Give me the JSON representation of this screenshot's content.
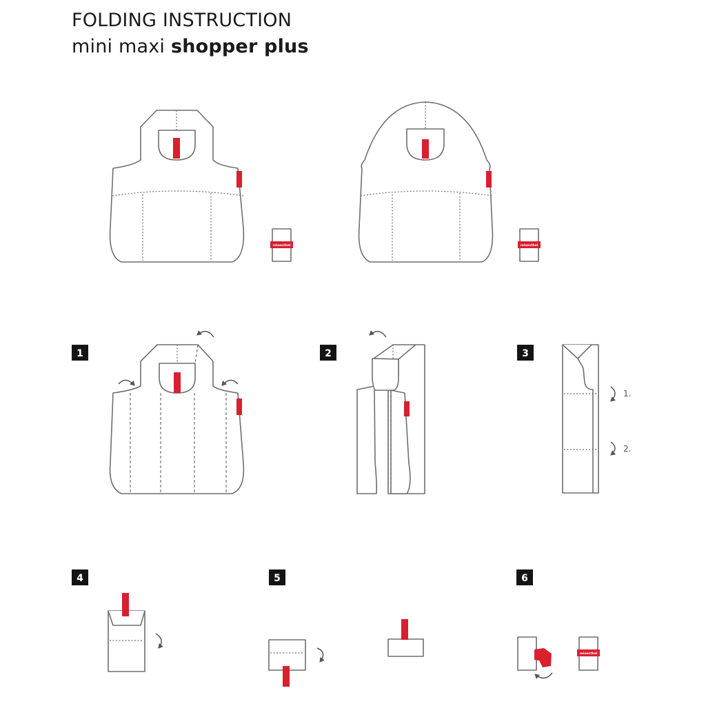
{
  "title": {
    "line1": "FOLDING INSTRUCTION",
    "line2_regular": "mini maxi",
    "line2_bold": "shopper plus"
  },
  "brand": "reisenthel",
  "steps": [
    {
      "number": "1"
    },
    {
      "number": "2"
    },
    {
      "number": "3",
      "notes": [
        "1.",
        "2."
      ]
    },
    {
      "number": "4"
    },
    {
      "number": "5"
    },
    {
      "number": "6"
    }
  ]
}
